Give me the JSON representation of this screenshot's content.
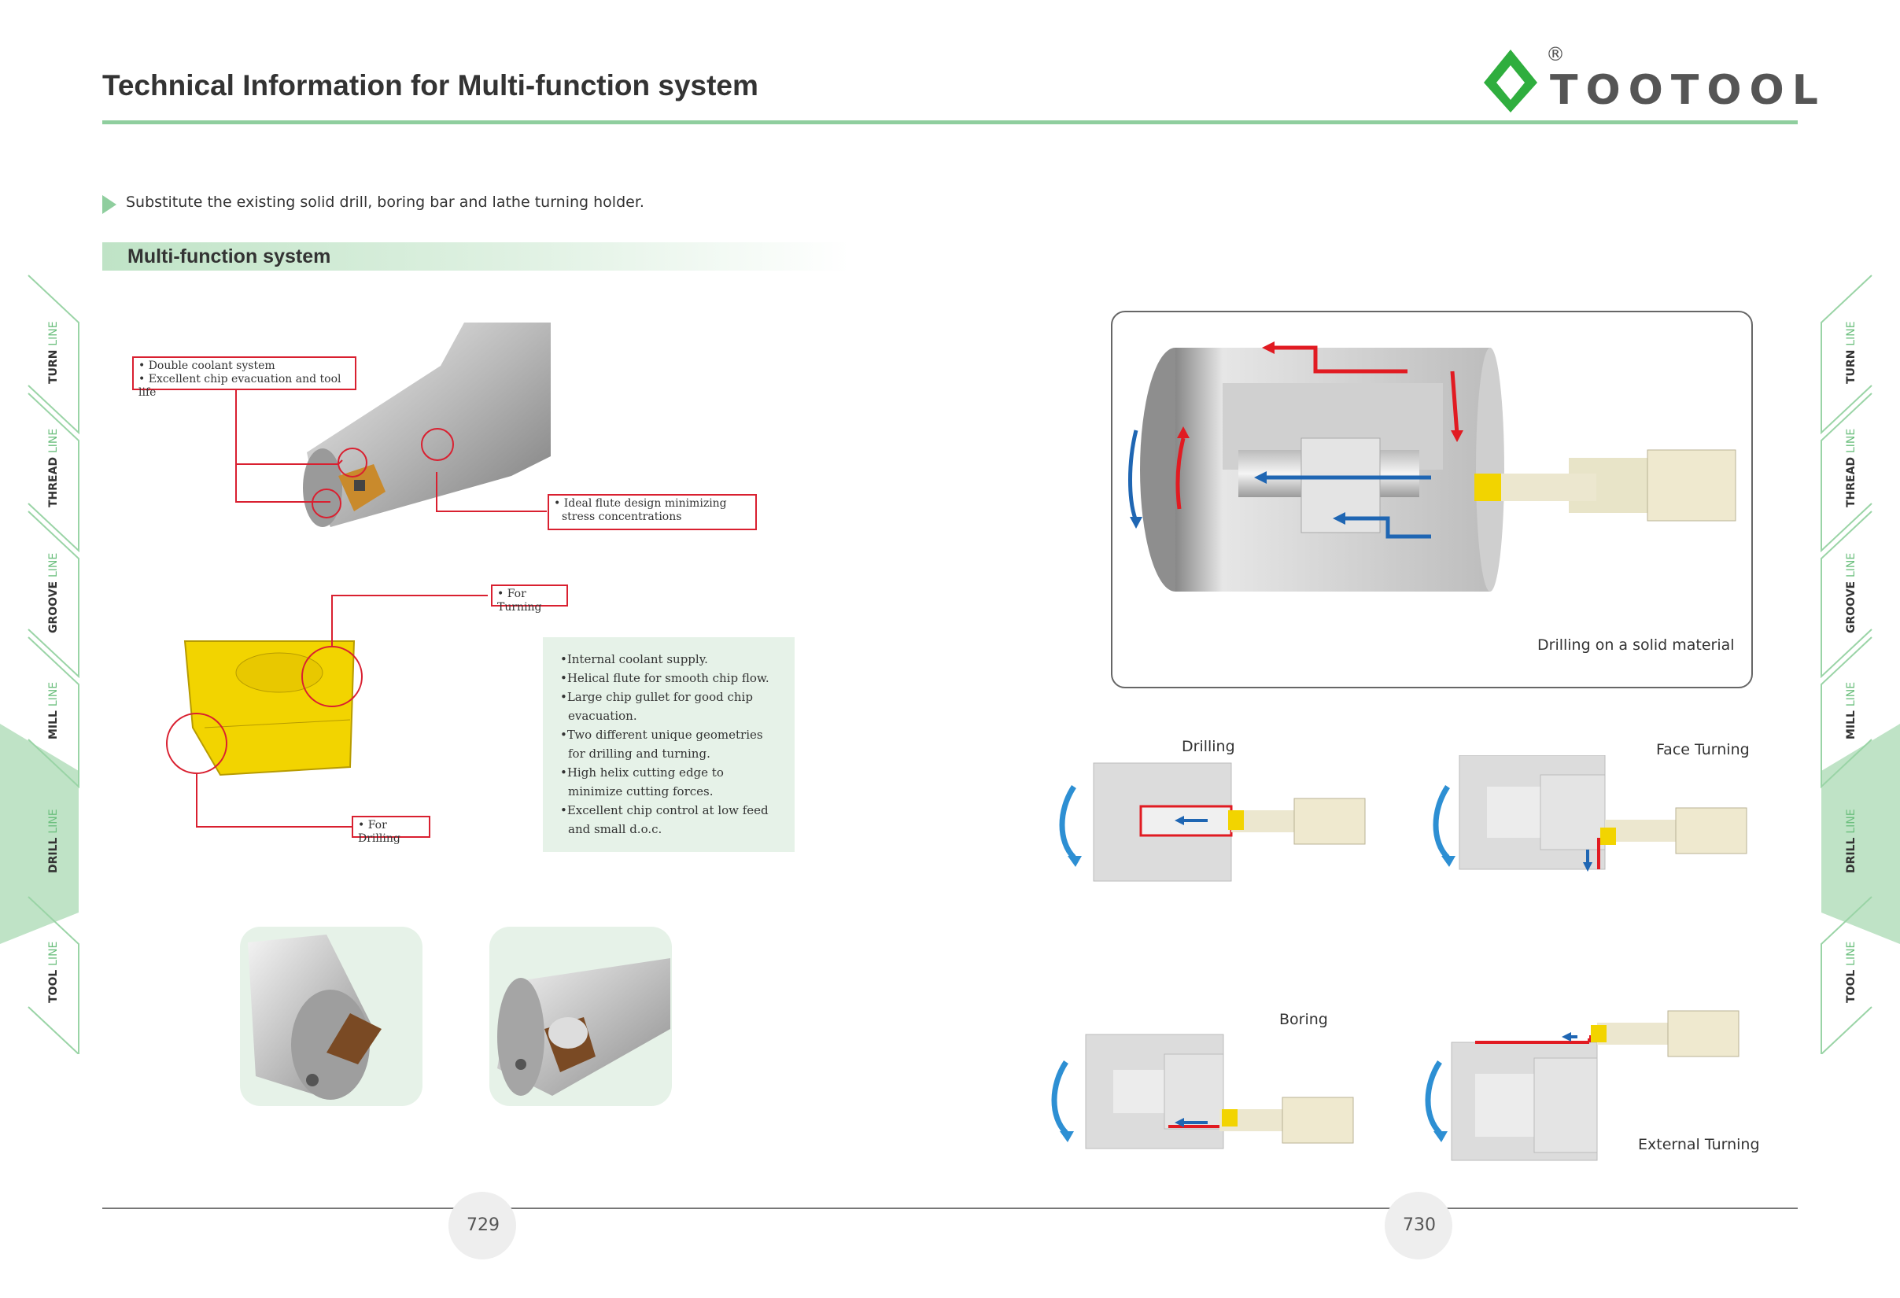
{
  "header": {
    "title": "Technical Information for Multi-function system"
  },
  "brand": {
    "name": "TOOTOOL",
    "registered": "®",
    "green": "#2fae3e",
    "gray": "#555555"
  },
  "intro": "Substitute the existing solid drill, boring bar and lathe turning holder.",
  "section": {
    "title": "Multi-function system"
  },
  "side_tabs": [
    {
      "word": "TURN",
      "line": "LINE"
    },
    {
      "word": "THREAD",
      "line": "LINE"
    },
    {
      "word": "GROOVE",
      "line": "LINE"
    },
    {
      "word": "MILL",
      "line": "LINE"
    },
    {
      "word": "DRILL",
      "line": "LINE",
      "active": true
    },
    {
      "word": "TOOL",
      "line": "LINE"
    }
  ],
  "callouts": {
    "coolant_1": "• Double coolant system",
    "coolant_2": "• Excellent chip evacuation and tool life",
    "flute_1": "• Ideal flute design minimizing",
    "flute_2": "stress concentrations",
    "turning": "• For Turning",
    "drilling": "• For Drilling"
  },
  "features": [
    "•Internal coolant supply.",
    "•Helical flute for smooth chip flow.",
    "•Large chip gullet for good chip evacuation.",
    "•Two different unique geometries for drilling and turning.",
    "•High helix cutting edge to minimize cutting forces.",
    "•Excellent chip control at low feed and small d.o.c."
  ],
  "captions": {
    "main": "Drilling on a solid material",
    "drilling": "Drilling",
    "face_turning": "Face Turning",
    "boring": "Boring",
    "external_turning": "External Turning"
  },
  "pages": {
    "left": "729",
    "right": "730"
  },
  "colors": {
    "accent_green": "#8fce9e",
    "callout_red": "#d92030",
    "arrow_blue": "#1f66b3",
    "insert_yellow": "#f2d400"
  }
}
